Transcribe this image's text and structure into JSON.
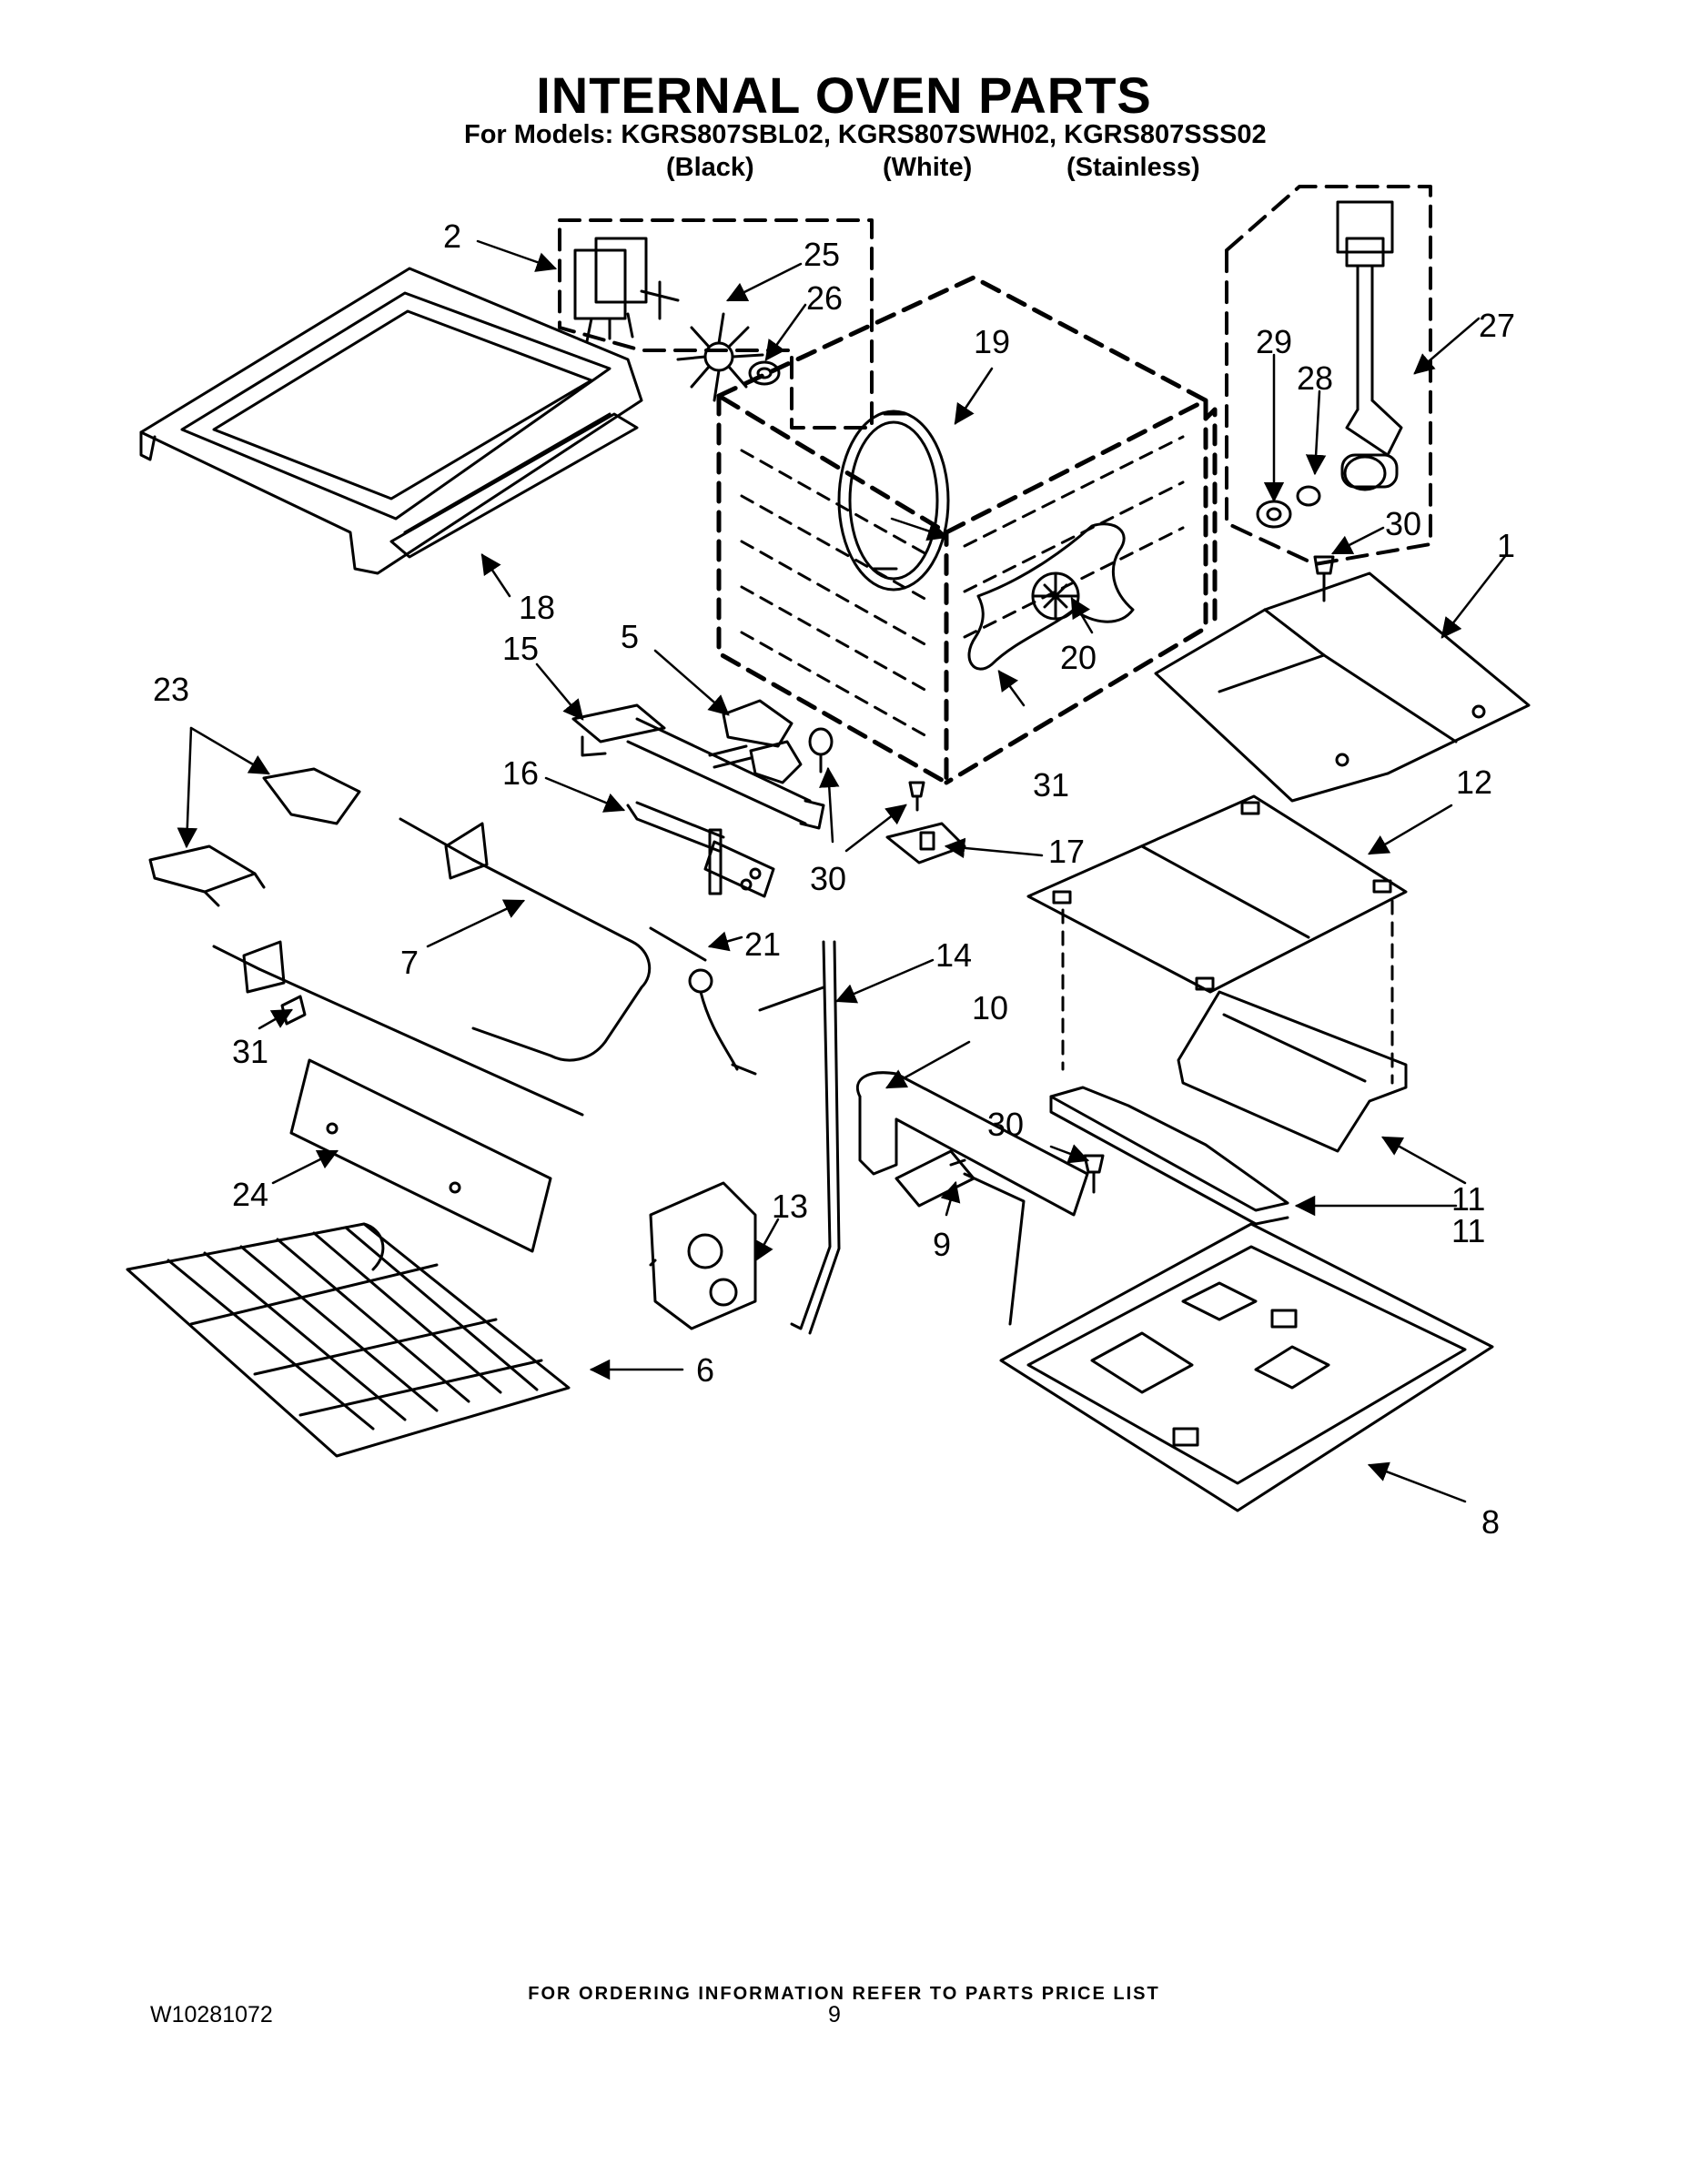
{
  "header": {
    "title": "INTERNAL OVEN PARTS",
    "models_line": "For Models: KGRS807SBL02, KGRS807SWH02, KGRS807SSS02",
    "colors": [
      "(Black)",
      "(White)",
      "(Stainless)"
    ]
  },
  "callouts": {
    "c1": "1",
    "c2": "2",
    "c5": "5",
    "c6": "6",
    "c7": "7",
    "c8": "8",
    "c9": "9",
    "c10": "10",
    "c11": "11",
    "c11b": "11",
    "c12": "12",
    "c13": "13",
    "c14": "14",
    "c15": "15",
    "c16": "16",
    "c17": "17",
    "c18": "18",
    "c19": "19",
    "c20": "20",
    "c21": "21",
    "c23": "23",
    "c24": "24",
    "c25": "25",
    "c26": "26",
    "c27": "27",
    "c28": "28",
    "c29": "29",
    "c30a": "30",
    "c30b": "30",
    "c30c": "30",
    "c31a": "31",
    "c31b": "31"
  },
  "footer": {
    "ordering_note": "FOR ORDERING INFORMATION REFER TO PARTS PRICE LIST",
    "document_number": "W10281072",
    "page_number": "9"
  }
}
